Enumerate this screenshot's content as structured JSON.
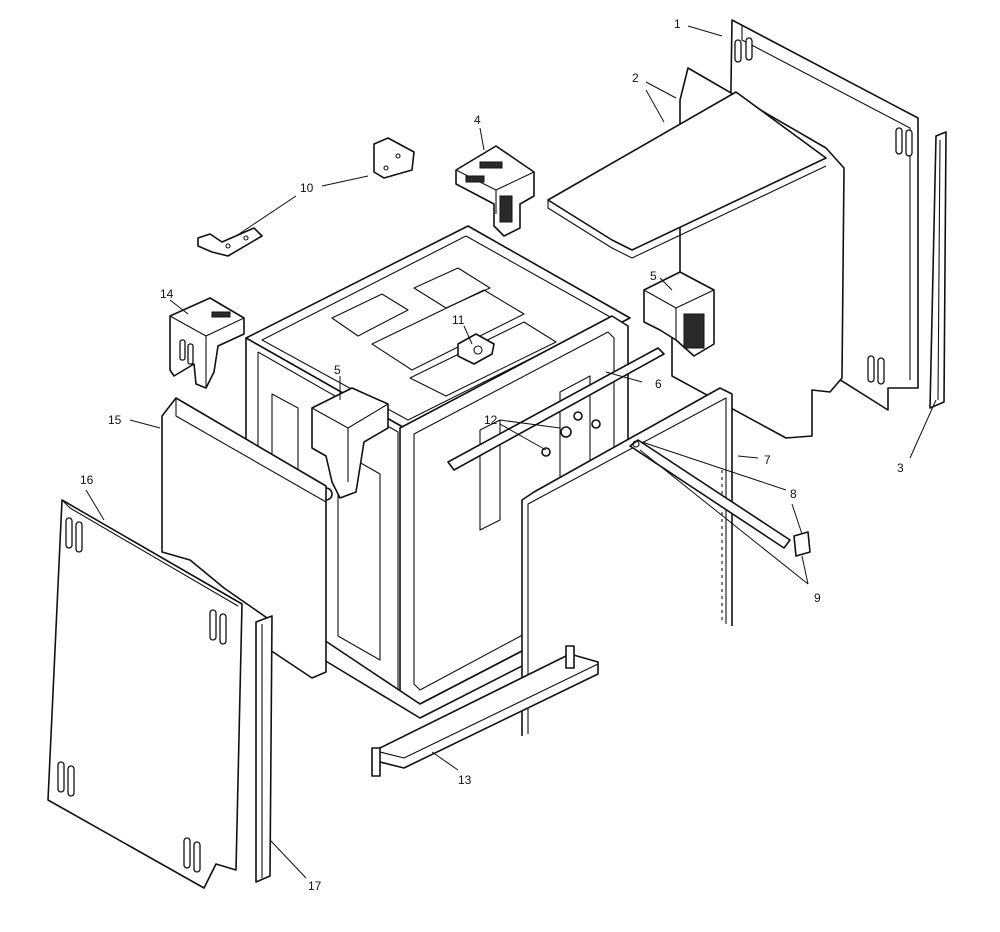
{
  "figure": {
    "type": "exploded-parts-diagram",
    "line_color": "#111111",
    "background_color": "#ffffff"
  },
  "callouts": {
    "c1": "1",
    "c2": "2",
    "c3": "3",
    "c4": "4",
    "c5a": "5",
    "c5b": "5",
    "c6": "6",
    "c7": "7",
    "c8": "8",
    "c9": "9",
    "c10": "10",
    "c11": "11",
    "c12": "12",
    "c13": "13",
    "c14": "14",
    "c15": "15",
    "c16": "16",
    "c17": "17"
  }
}
